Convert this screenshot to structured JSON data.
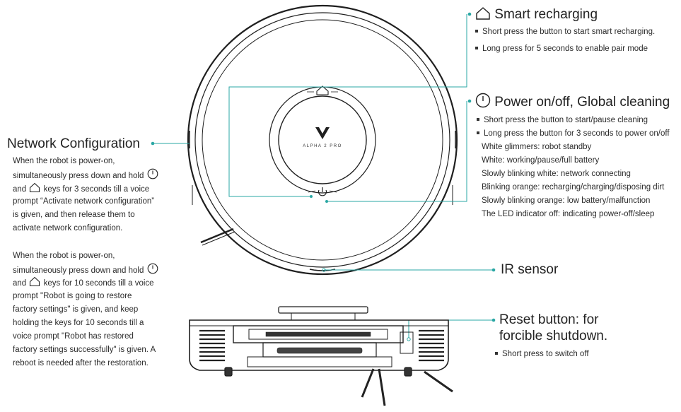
{
  "colors": {
    "callout": "#2aa7a4",
    "line": "#1f1f1f"
  },
  "logo": {
    "mark": "V",
    "model": "ALPHA 2 PRO"
  },
  "smart_recharging": {
    "title": "Smart recharging",
    "icon": "home-icon",
    "bullets": [
      "Short press the button to start smart recharging.",
      "Long press for 5 seconds to enable pair mode"
    ]
  },
  "power": {
    "title": "Power on/off, Global cleaning",
    "icon": "power-icon",
    "bullets": [
      "Short press the button to start/pause cleaning",
      "Long press the button for 3 seconds to power on/off"
    ],
    "states": [
      "White glimmers: robot standby",
      "White: working/pause/full battery",
      "Slowly blinking white: network connecting",
      "Blinking orange: recharging/charging/disposing dirt",
      "Slowly blinking orange: low battery/malfunction",
      "The LED indicator off: indicating power-off/sleep"
    ]
  },
  "network": {
    "title": "Network Configuration",
    "p1": {
      "l1": "When the robot is power-on,",
      "l2": "simultaneously press down and hold",
      "l3a": "and",
      "l3b": "keys for 3 seconds till a voice",
      "l4": "prompt “Activate network configuration”",
      "l5": "is given, and then release them to",
      "l6": "activate network configuration."
    },
    "p2": {
      "l1": "When the robot is power-on,",
      "l2": "simultaneously press down and hold",
      "l3a": "and",
      "l3b": "keys for 10 seconds till a voice",
      "l4": "prompt \"Robot is going to restore",
      "l5": "factory settings\" is given, and keep",
      "l6": "holding the keys for 10 seconds till a",
      "l7": "voice prompt \"Robot has restored",
      "l8": "factory settings successfully\" is given. A",
      "l9": "reboot is needed after the restoration."
    }
  },
  "ir_sensor": {
    "title": "IR sensor"
  },
  "reset": {
    "title_l1": "Reset button: for",
    "title_l2": "forcible shutdown.",
    "bullets": [
      "Short press to switch off"
    ]
  }
}
